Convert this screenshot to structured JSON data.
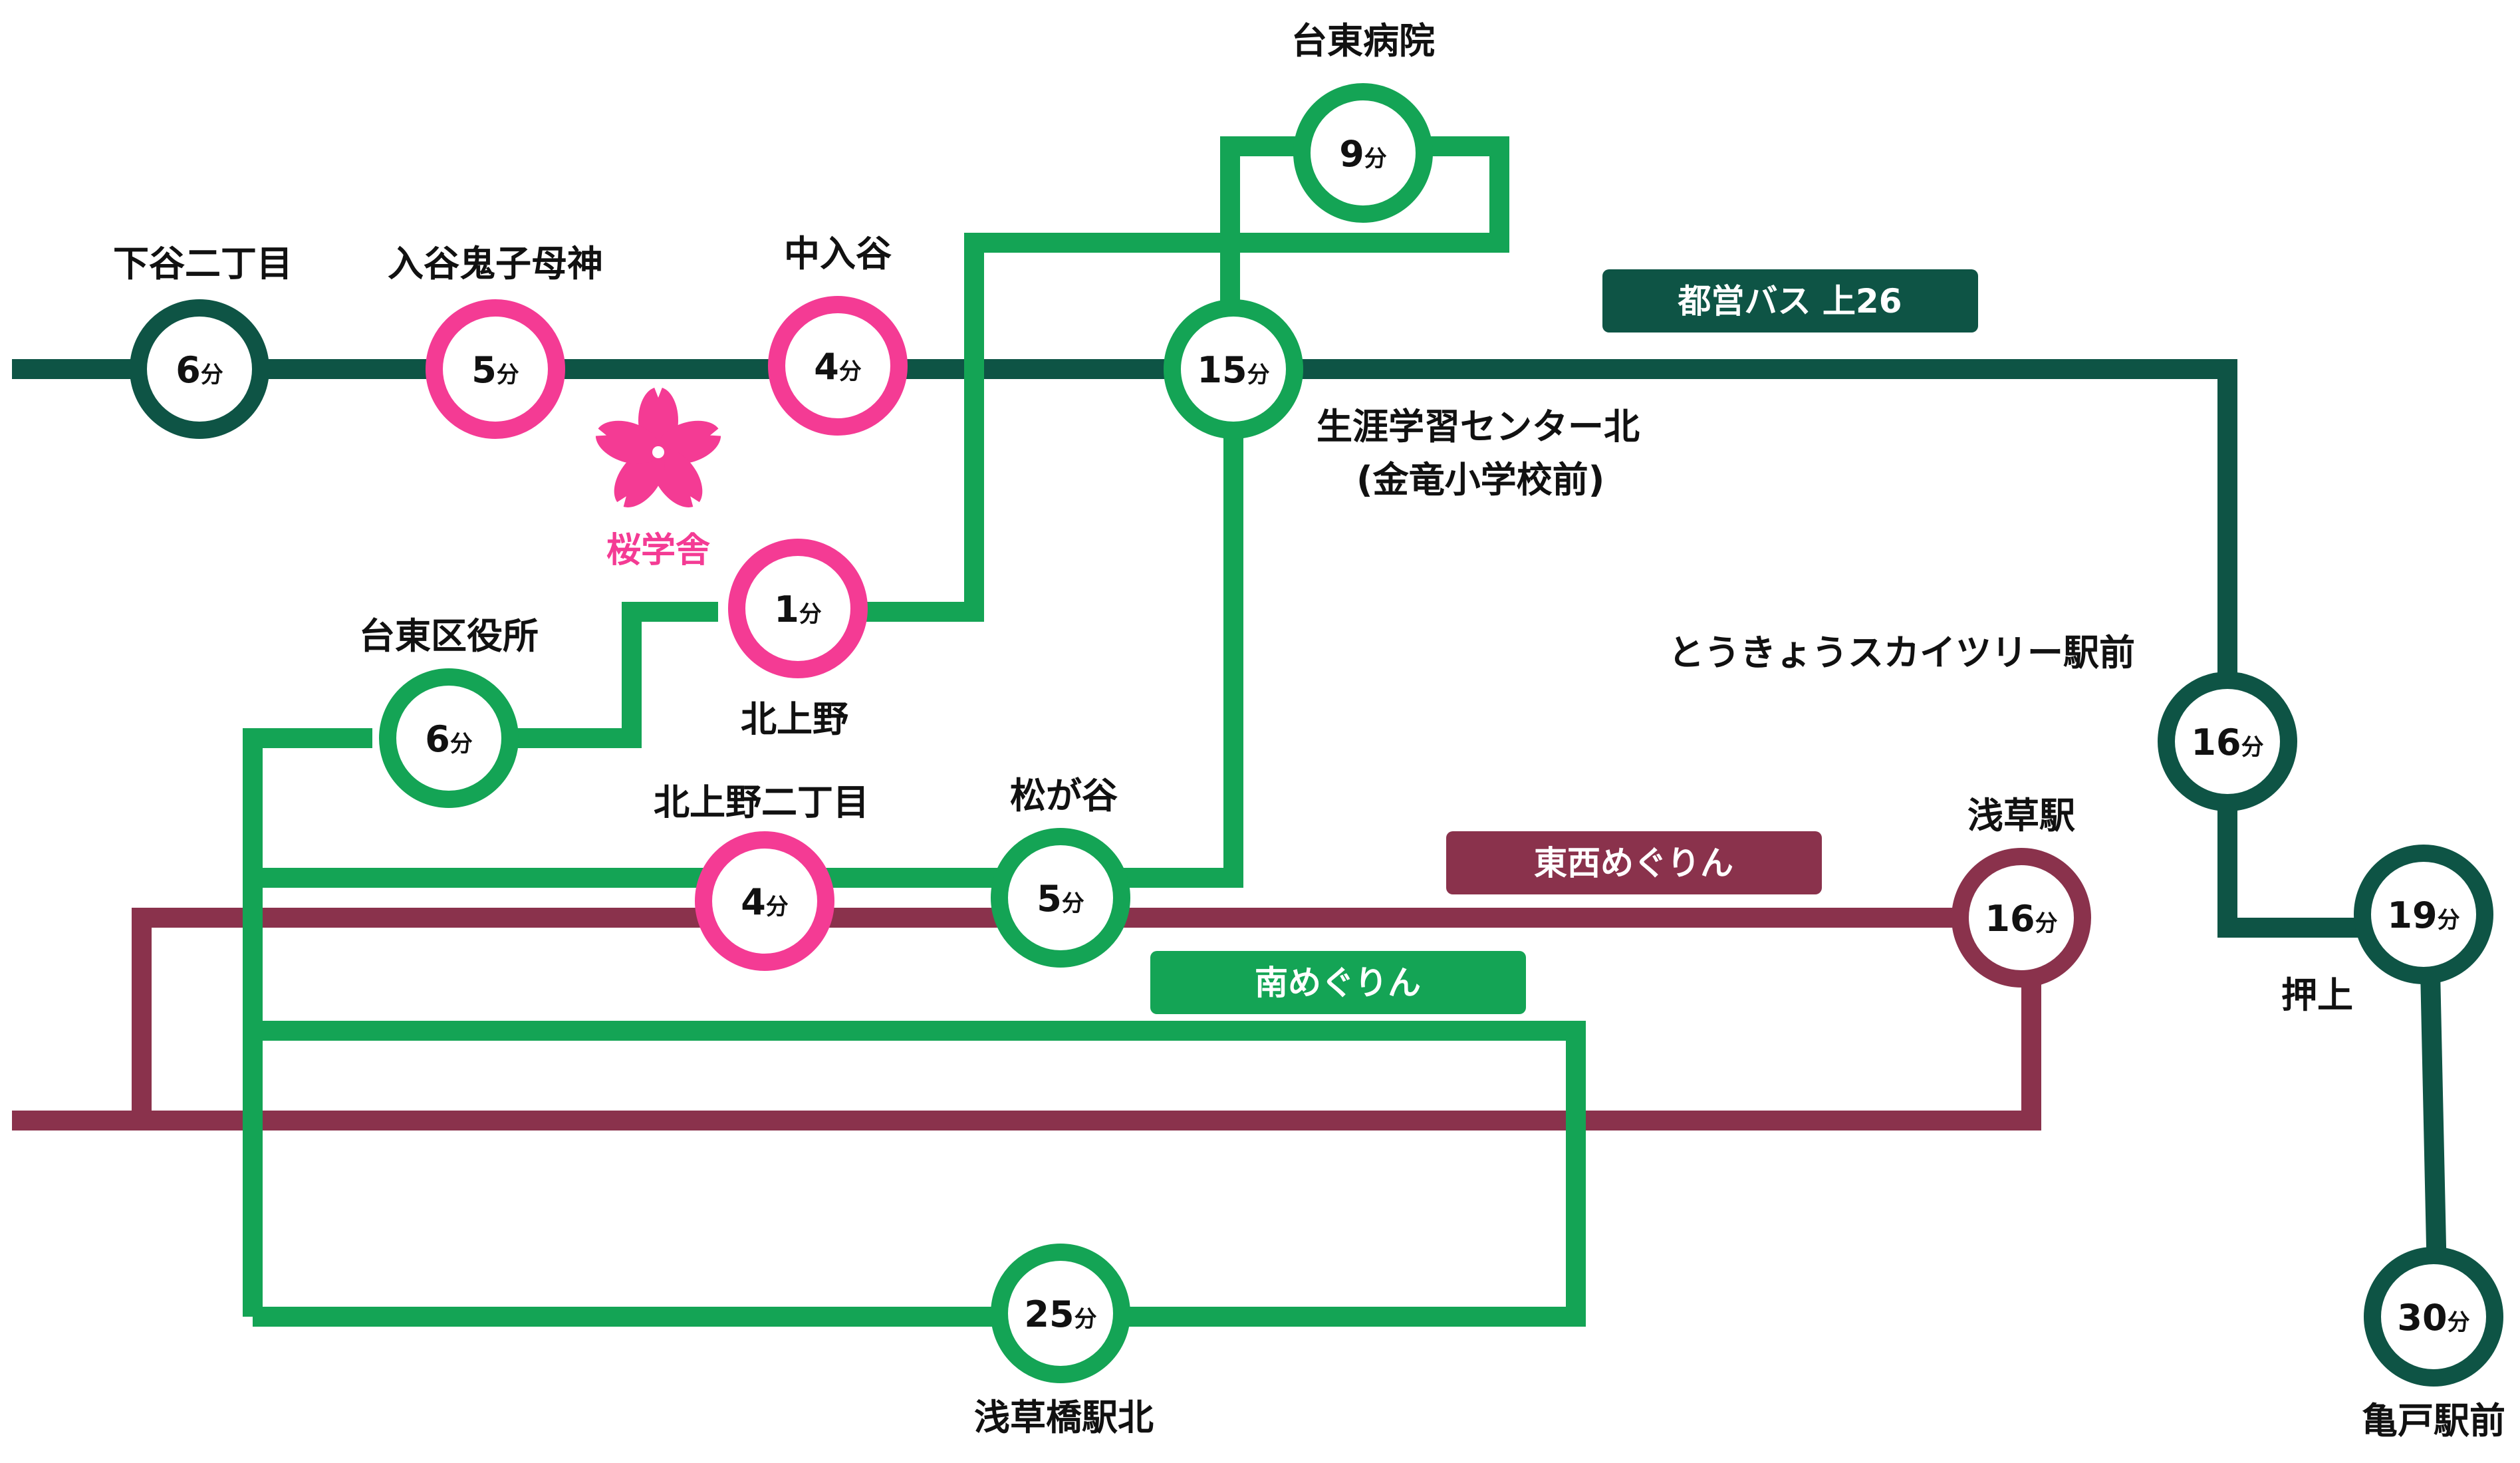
{
  "colors": {
    "toei_bus": "#0e5445",
    "minami": "#14a455",
    "tozai": "#8a324c",
    "stop_pink": "#f43b94",
    "sakura": "#f43b94"
  },
  "routes": {
    "toei_bus_label": "都営バス 上26",
    "tozai_label": "東西めぐりん",
    "minami_label": "南めぐりん"
  },
  "landmark": {
    "name": "桜学舎",
    "icon": "sakura-icon"
  },
  "minute_unit": "分",
  "stops": {
    "shitaya": {
      "name": "下谷二丁目",
      "minutes": "6"
    },
    "iriya_kishimojin": {
      "name": "入谷鬼子母神",
      "minutes": "5"
    },
    "naka_iriya": {
      "name": "中入谷",
      "minutes": "4"
    },
    "taito_hospital": {
      "name": "台東病院",
      "minutes": "9"
    },
    "shogai_gakushu": {
      "name": "生涯学習センター北",
      "sub": "(金竜小学校前)",
      "minutes": "15"
    },
    "kita_ueno": {
      "name": "北上野",
      "minutes": "1"
    },
    "taito_kuyakusho": {
      "name": "台東区役所",
      "minutes": "6"
    },
    "kita_ueno_2": {
      "name": "北上野二丁目",
      "minutes": "4"
    },
    "matsugaya": {
      "name": "松が谷",
      "minutes": "5"
    },
    "skytree": {
      "name": "とうきょうスカイツリー駅前",
      "minutes": "16"
    },
    "asakusa": {
      "name": "浅草駅",
      "minutes": "16"
    },
    "oshiage": {
      "name": "押上",
      "minutes": "19"
    },
    "asakusabashi_kita": {
      "name": "浅草橋駅北",
      "minutes": "25"
    },
    "kameido": {
      "name": "亀戸駅前",
      "minutes": "30"
    }
  }
}
